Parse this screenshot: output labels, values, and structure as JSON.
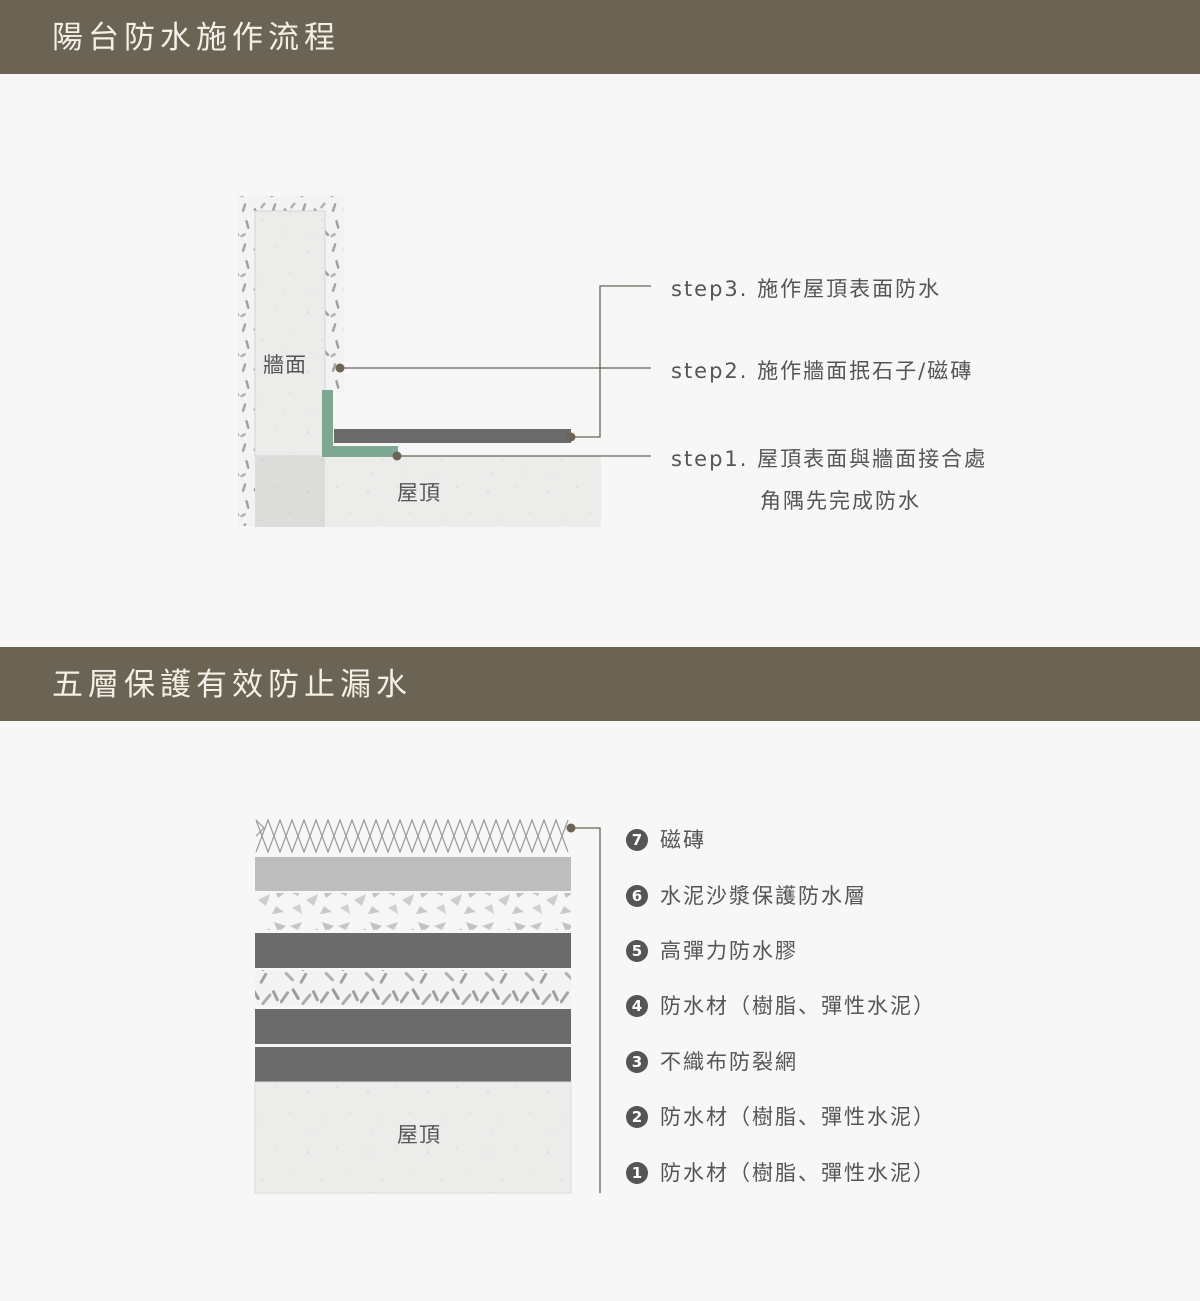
{
  "section1": {
    "title": "陽台防水施作流程",
    "wall_label": "牆面",
    "roof_label": "屋頂",
    "steps": [
      {
        "text": "step3. 施作屋頂表面防水"
      },
      {
        "text": "step2. 施作牆面抿石子/磁磚"
      },
      {
        "text": "step1. 屋頂表面與牆面接合處"
      }
    ],
    "step1_line2": "角隅先完成防水"
  },
  "section2": {
    "title": "五層保護有效防止漏水",
    "roof_label": "屋頂",
    "layers": [
      {
        "num": "7",
        "label": "磁磚"
      },
      {
        "num": "6",
        "label": "水泥沙漿保護防水層"
      },
      {
        "num": "5",
        "label": "高彈力防水膠"
      },
      {
        "num": "4",
        "label": "防水材（樹脂、彈性水泥）"
      },
      {
        "num": "3",
        "label": "不織布防裂網"
      },
      {
        "num": "2",
        "label": "防水材（樹脂、彈性水泥）"
      },
      {
        "num": "1",
        "label": "防水材（樹脂、彈性水泥）"
      }
    ]
  },
  "colors": {
    "banner": "#6b6455",
    "dark_layer": "#6b6b6b",
    "light_layer": "#bdbdbd",
    "waterproof_green": "#7fa893",
    "line": "#6b6455"
  }
}
